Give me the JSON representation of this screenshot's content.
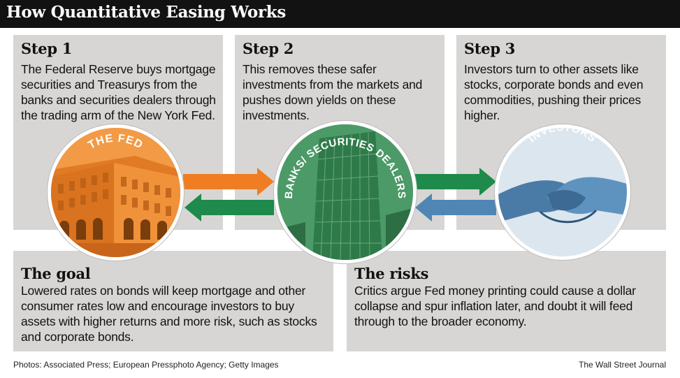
{
  "title": "How Quantitative Easing Works",
  "step1": {
    "heading": "Step 1",
    "text": "The Federal Reserve buys mortgage securities and Treasurys from the banks and securities dealers through the trading arm of the New York Fed."
  },
  "step2": {
    "heading": "Step 2",
    "text": "This removes these safer investments from the markets and pushes down yields on these investments."
  },
  "step3": {
    "heading": "Step 3",
    "text": "Investors turn to other assets like stocks, corporate bonds and even commodities, pushing their prices higher."
  },
  "goal": {
    "heading": "The goal",
    "text": "Lowered rates on bonds will keep mortgage and other consumer rates low and encourage investors to buy assets with higher returns and more risk, such as stocks and corporate bonds."
  },
  "risks": {
    "heading": "The risks",
    "text": "Critics argue Fed money printing could cause a dollar collapse and spur inflation later, and doubt it will feed through to the broader economy."
  },
  "circles": {
    "fed": "THE FED",
    "banks": "BANKS/ SECURITIES DEALERS",
    "investors": "INVESTORS"
  },
  "colors": {
    "orange": "#f07d22",
    "green": "#1e8a4b",
    "blue": "#4f86b4",
    "panel": "#d7d6d4"
  },
  "footer": {
    "credits": "Photos: Associated Press; European Pressphoto Agency; Getty Images",
    "source": "The Wall Street Journal"
  }
}
